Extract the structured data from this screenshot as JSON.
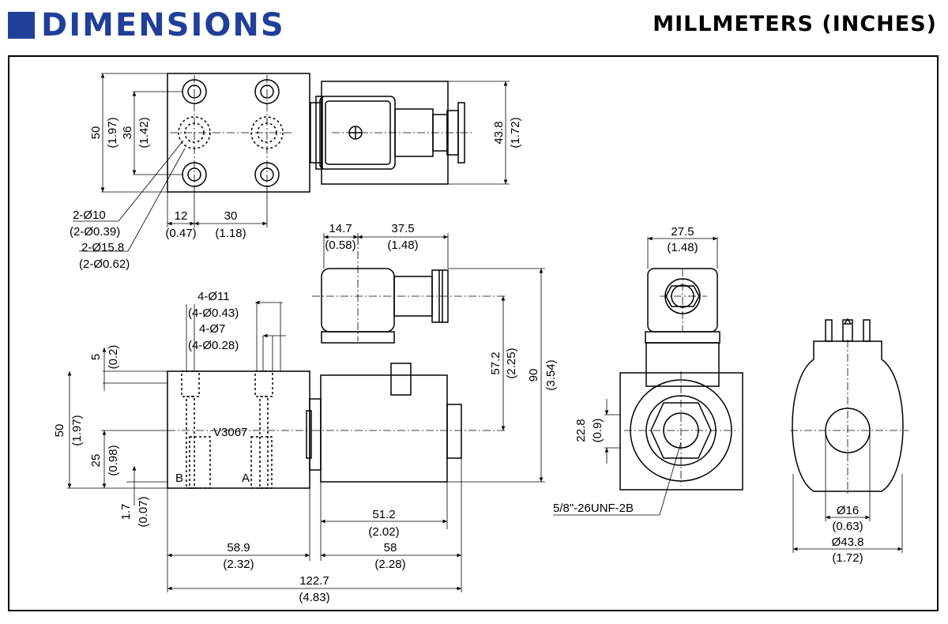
{
  "header": {
    "title": "DIMENSIONS",
    "units": "MILLMETERS (INCHES)",
    "accent_color": "#1f3f9a"
  },
  "drawing": {
    "top_view": {
      "body_height_mm": "50",
      "body_height_in": "(1.97)",
      "hole_spacing_mm": "36",
      "hole_spacing_in": "(1.42)",
      "coil_height_mm": "43.8",
      "coil_height_in": "(1.72)",
      "hole_small": "2-Ø10",
      "hole_small_in": "(2-Ø0.39)",
      "hole_large": "2-Ø15.8",
      "hole_large_in": "(2-Ø0.62)",
      "offset_mm": "12",
      "offset_in": "(0.47)",
      "pitch_mm": "30",
      "pitch_in": "(1.18)"
    },
    "front_view": {
      "conn_mm": "14.7",
      "conn_in": "(0.58)",
      "conn_len_mm": "37.5",
      "conn_len_in": "(1.48)",
      "bolt_large": "4-Ø11",
      "bolt_large_in": "(4-Ø0.43)",
      "bolt_small": "4-Ø7",
      "bolt_small_in": "(4-Ø0.28)",
      "top_gap_mm": "5",
      "top_gap_in": "(0.2)",
      "model": "V3067",
      "port_b": "B",
      "port_a": "A",
      "body_h_mm": "50",
      "body_h_in": "(1.97)",
      "port_h_mm": "25",
      "port_h_in": "(0.98)",
      "bottom_mm": "1.7",
      "bottom_in": "(0.07)",
      "conn_center_mm": "57.2",
      "conn_center_in": "(2.25)",
      "total_h_mm": "90",
      "total_h_in": "(3.54)",
      "coil_len_mm": "51.2",
      "coil_len_in": "(2.02)",
      "block_len_mm": "58.9",
      "block_len_in": "(2.32)",
      "coil_total_mm": "58",
      "coil_total_in": "(2.28)",
      "overall_mm": "122.7",
      "overall_in": "(4.83)"
    },
    "side_view": {
      "conn_w_mm": "27.5",
      "conn_w_in": "(1.48)",
      "center_mm": "22.8",
      "center_in": "(0.9)",
      "thread": "5/8\"-26UNF-2B"
    },
    "coil_view": {
      "bore_mm": "Ø16",
      "bore_in": "(0.63)",
      "od_mm": "Ø43.8",
      "od_in": "(1.72)"
    }
  }
}
